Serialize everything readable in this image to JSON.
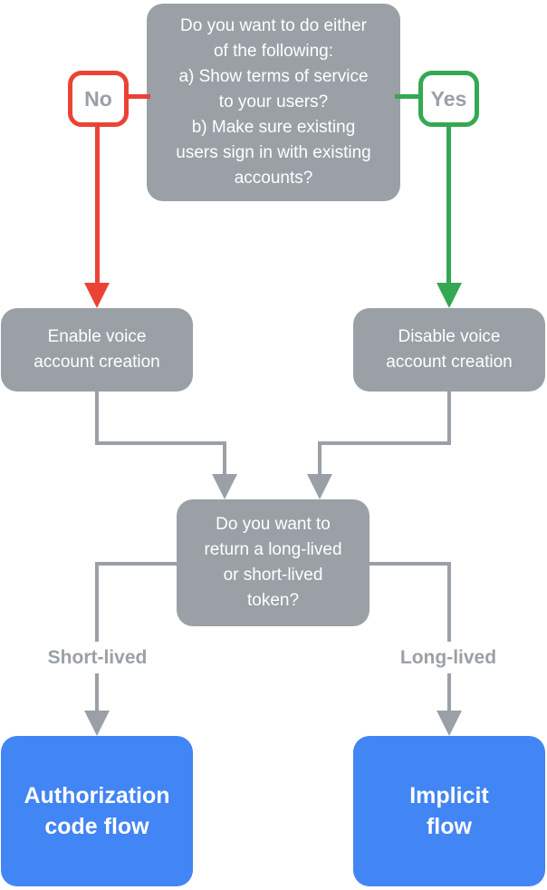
{
  "colors": {
    "node-gray": "#9AA0A6",
    "branch-red": "#EA4335",
    "branch-green": "#34A853",
    "result-blue": "#4285F4",
    "connector-gray": "#9AA0A6",
    "badge-text-gray": "#9AA0A6",
    "node-text-white": "#FFFFFF"
  },
  "flowchart": {
    "question1": "Do you want to do either\nof the following:\na) Show terms of service\nto your users?\nb) Make sure existing\nusers sign in with existing\naccounts?",
    "no_badge": "No",
    "yes_badge": "Yes",
    "enable_node": "Enable voice\naccount creation",
    "disable_node": "Disable voice\naccount creation",
    "question2": "Do you want to\nreturn a long-lived\nor short-lived\ntoken?",
    "short_lived_label": "Short-lived",
    "long_lived_label": "Long-lived",
    "auth_code_node": "Authorization\ncode flow",
    "implicit_node": "Implicit\nflow"
  }
}
